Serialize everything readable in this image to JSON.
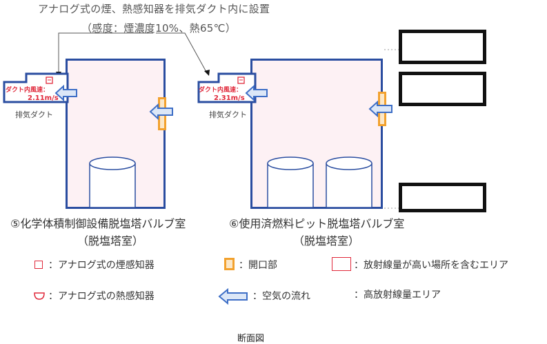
{
  "note": {
    "line1": "アナログ式の煙、熱感知器を排気ダクト内に設置",
    "line2": "（感度：煙濃度10%、熱65℃）"
  },
  "rooms": [
    {
      "duct_label": "ダクト内風速：",
      "duct_speed": "2.11m/s",
      "duct_caption": "排気ダクト",
      "caption_line1": "⑤化学体積制御設備脱塩塔バルブ室",
      "caption_line2": "（脱塩塔室）"
    },
    {
      "duct_label": "ダクト内風速：",
      "duct_speed": "2.31m/s",
      "duct_caption": "排気ダクト",
      "caption_line1": "⑥使用済燃料ピット脱塩塔バルブ室",
      "caption_line2": "（脱塩塔室）"
    }
  ],
  "legend": {
    "smoke_detector": "：アナログ式の煙感知器",
    "heat_detector": "：アナログ式の熱感知器",
    "opening": "：開口部",
    "air_flow": "：空気の流れ",
    "high_rad_area_incl": "：放射線量が高い場所を含むエリア",
    "high_rad_area": "：高放射線量エリア"
  },
  "figure_caption": "断面図",
  "colors": {
    "wall": "#2a4da0",
    "room_fill": "#fdf1f4",
    "detector": "#e0283a",
    "opening": "#f2a12e",
    "arrow": "#3d6ec6",
    "high_rad_border": "#111111"
  }
}
